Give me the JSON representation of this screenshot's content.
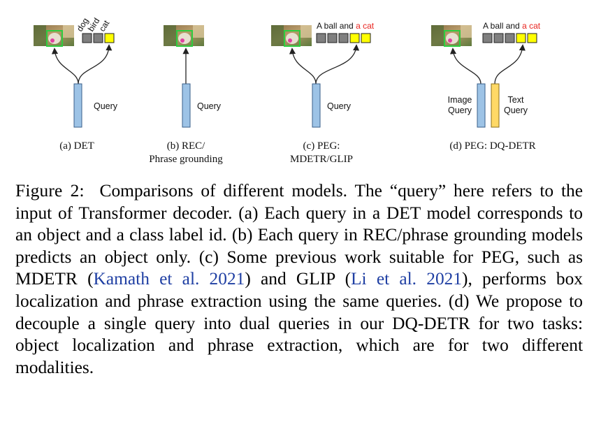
{
  "figure": {
    "panels": [
      {
        "id": "a",
        "caption": "(a) DET",
        "query_label": "Query",
        "classes": [
          "dog",
          "bird",
          "cat"
        ]
      },
      {
        "id": "b",
        "caption_line1": "(b) REC/",
        "caption_line2": "Phrase grounding",
        "query_label": "Query"
      },
      {
        "id": "c",
        "caption_line1": "(c) PEG:",
        "caption_line2": "MDETR/GLIP",
        "query_label": "Query",
        "text_prefix": "A ball and",
        "text_highlight": "a cat"
      },
      {
        "id": "d",
        "caption": "(d) PEG: DQ-DETR",
        "image_query_line1": "Image",
        "image_query_line2": "Query",
        "text_query_line1": "Text",
        "text_query_line2": "Query",
        "text_prefix": "A ball and",
        "text_highlight": "a cat"
      }
    ],
    "colors": {
      "query_bar": "#9dc3e6",
      "text_query_bar": "#ffd966",
      "token_gray": "#7f7f7f",
      "token_yellow": "#ffff00",
      "cat_label": "#e8241f",
      "box_green": "#2ecc40"
    }
  },
  "caption": {
    "label": "Figure 2:",
    "text1": "Comparisons of different models. The “query” here refers to the input of Transformer decoder. (a) Each query in a DET model corresponds to an object and a class label id. (b) Each query in REC/phrase grounding models predicts an object only. (c) Some previous work suitable for PEG, such as MDETR (",
    "cite1": "Kamath et al. 2021",
    "text2": ") and GLIP (",
    "cite2": "Li et al. 2021",
    "text3": "), performs box localization and phrase extraction using the same queries. (d) We propose to decouple a single query into dual queries in our DQ-DETR for two tasks: object localization and phrase extraction, which are for two different modalities."
  }
}
